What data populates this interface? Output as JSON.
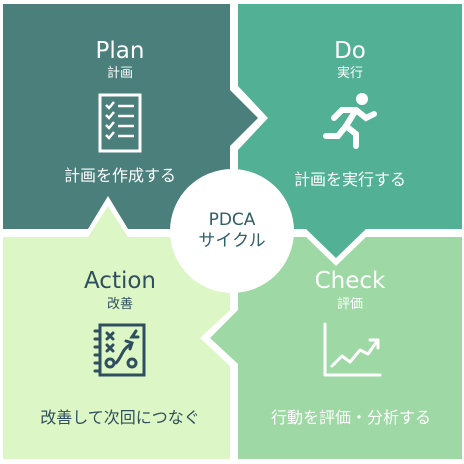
{
  "center": {
    "line1": "PDCA",
    "line2": "サイクル"
  },
  "quadrants": {
    "plan": {
      "title": "Plan",
      "subtitle": "計画",
      "description": "計画を作成する",
      "color": "#4a7f7b",
      "icon": "checklist-icon"
    },
    "do": {
      "title": "Do",
      "subtitle": "実行",
      "description": "計画を実行する",
      "color": "#52b194",
      "icon": "running-person-icon"
    },
    "check": {
      "title": "Check",
      "subtitle": "評価",
      "description": "行動を評価・分析する",
      "color": "#9ed8a4",
      "icon": "line-chart-icon"
    },
    "action": {
      "title": "Action",
      "subtitle": "改善",
      "description": "改善して次回につなぐ",
      "color": "#ddf6c5",
      "icon": "strategy-board-icon"
    }
  }
}
